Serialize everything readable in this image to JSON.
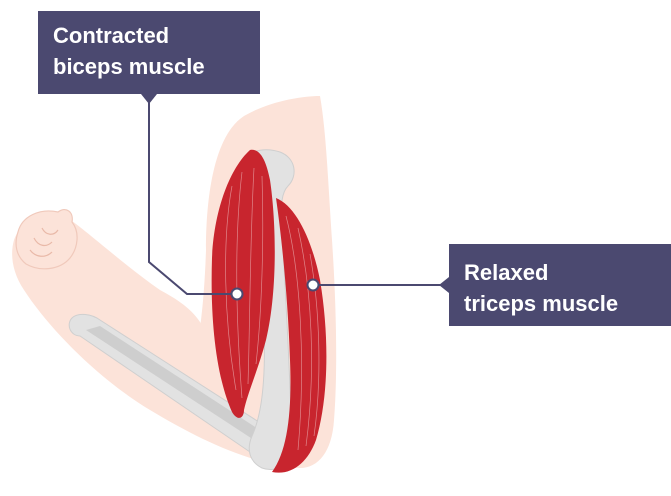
{
  "labels": {
    "biceps": {
      "line1": "Contracted",
      "line2": "biceps muscle"
    },
    "triceps": {
      "line1": "Relaxed",
      "line2": "triceps muscle"
    }
  },
  "colors": {
    "skin": "#fce3d9",
    "muscle": "#c8252e",
    "muscle_dark": "#9e1c23",
    "bone": "#e2e2e2",
    "bone_shadow": "#c9c9c9",
    "label_bg": "#4b4970",
    "label_text": "#ffffff",
    "leader_line": "#4b4970"
  }
}
